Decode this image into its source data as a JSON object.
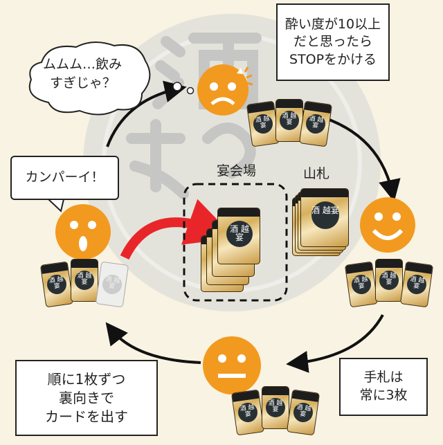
{
  "watermark_logo": "酒越の宴",
  "card_logo": "酒 越宴",
  "notes": {
    "stop_rule": [
      "酔い度が10以上",
      "だと思ったら",
      "STOPをかける"
    ],
    "hand_rule": [
      "手札は",
      "常に3枚"
    ],
    "play_rule": [
      "順に1枚ずつ",
      "裏向きで",
      "カードを出す"
    ]
  },
  "speech": {
    "thought": [
      "ムムム…飲み",
      "すぎじゃ？"
    ],
    "cheers": "カンパーイ！"
  },
  "areas": {
    "banquet": "宴会場",
    "deck": "山札"
  },
  "colors": {
    "face": "#f29a1f",
    "play_arrow": "#e8262a",
    "background": "#f8f3e2"
  }
}
